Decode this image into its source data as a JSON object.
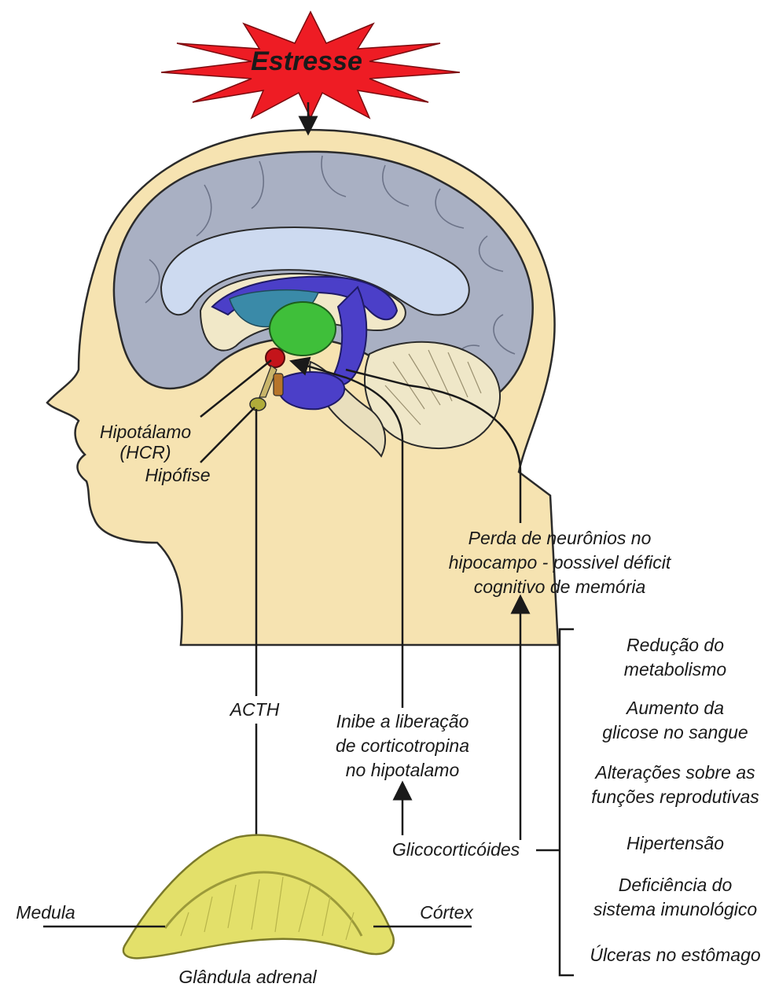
{
  "stress": {
    "label": "Estresse"
  },
  "brain_labels": {
    "hypothalamus": "Hipotálamo",
    "hypothalamus_hcr": "(HCR)",
    "pituitary": "Hipófise"
  },
  "pathway": {
    "acth": "ACTH",
    "inhibit_line1": "Inibe a liberação",
    "inhibit_line2": "de corticotropina",
    "inhibit_line3": "no hipotalamo",
    "neuron_loss_line1": "Perda de neurônios no",
    "neuron_loss_line2": "hipocampo - possivel déficit",
    "neuron_loss_line3": "cognitivo de memória",
    "glucocorticoids": "Glicocorticóides"
  },
  "adrenal": {
    "medulla": "Medula",
    "cortex": "Córtex",
    "gland": "Glândula adrenal"
  },
  "effects": [
    {
      "line1": "Redução do",
      "line2": "metabolismo"
    },
    {
      "line1": "Aumento da",
      "line2": "glicose no sangue"
    },
    {
      "line1": "Alterações sobre as",
      "line2": "funções reprodutivas"
    },
    {
      "line1": "Hipertensão",
      "line2": ""
    },
    {
      "line1": "Deficiência do",
      "line2": "sistema imunológico"
    },
    {
      "line1": "Úlceras no estômago",
      "line2": ""
    }
  ],
  "colors": {
    "skin": "#f6e3b1",
    "stress_burst": "#ee1c24",
    "cortex_gray": "#a9b0c3",
    "corpus_callosum": "#cddaf0",
    "hippocampus_purple": "#4b3fc8",
    "thalamus_green": "#3fbf3a",
    "hypothalamus_red": "#c4141a",
    "adrenal_yellow": "#e3e06a"
  }
}
